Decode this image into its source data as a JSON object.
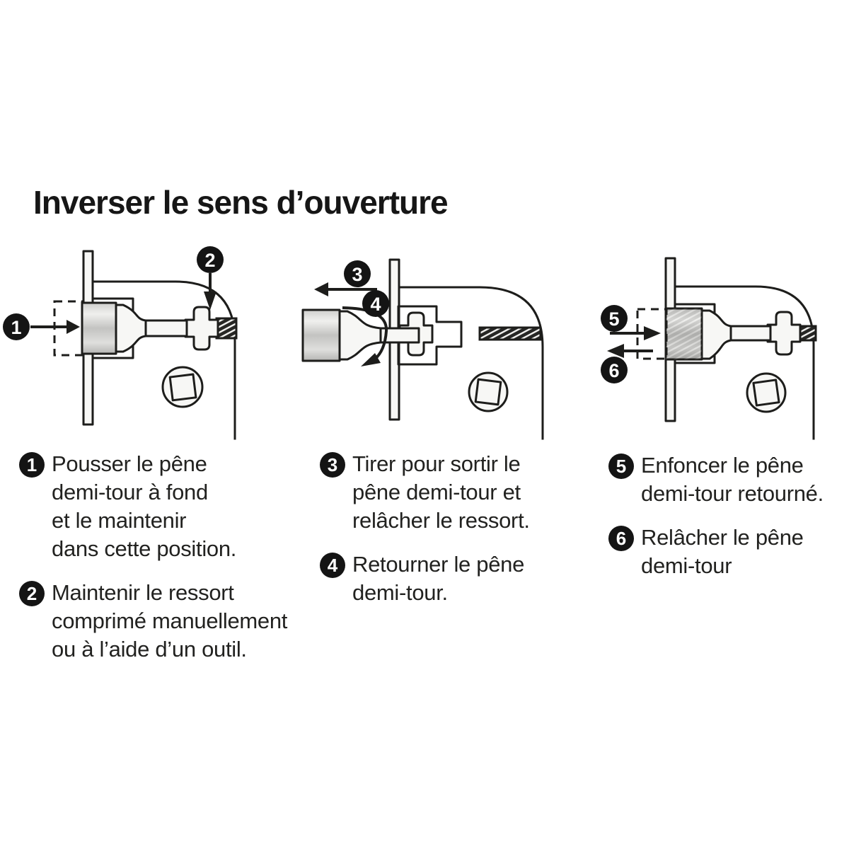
{
  "title": "Inverser le sens d’ouverture",
  "badges": {
    "d1": [
      "1",
      "2"
    ],
    "d2": [
      "3",
      "4"
    ],
    "d3": [
      "5",
      "6"
    ]
  },
  "steps": [
    {
      "num": "1",
      "lines": [
        "Pousser le pêne",
        "demi-tour à fond",
        "et le maintenir",
        "dans cette position."
      ]
    },
    {
      "num": "2",
      "lines": [
        "Maintenir le ressort",
        "comprimé manuellement",
        "ou à l’aide d’un outil."
      ]
    },
    {
      "num": "3",
      "lines": [
        "Tirer pour sortir le",
        "pêne demi-tour et",
        "relâcher le ressort."
      ]
    },
    {
      "num": "4",
      "lines": [
        "Retourner le pêne",
        "demi-tour."
      ]
    },
    {
      "num": "5",
      "lines": [
        "Enfoncer le pêne",
        "demi-tour retourné."
      ]
    },
    {
      "num": "6",
      "lines": [
        "Relâcher le pêne",
        "demi-tour"
      ]
    }
  ],
  "colors": {
    "ink": "#1d1d1b",
    "metal_light": "#efefee",
    "metal_dark": "#b9b9b7",
    "badge": "#141414"
  }
}
